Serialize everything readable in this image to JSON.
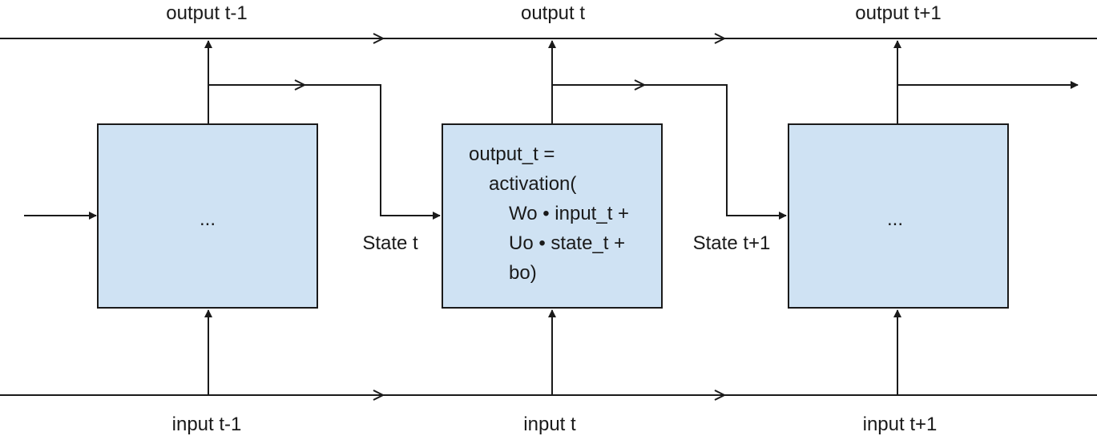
{
  "colors": {
    "box_fill": "#cfe2f3",
    "stroke": "#1a1a1a"
  },
  "labels": {
    "output_prev": "output t-1",
    "output_curr": "output t",
    "output_next": "output t+1",
    "input_prev": "input t-1",
    "input_curr": "input t",
    "input_next": "input t+1",
    "state_curr": "State t",
    "state_next": "State t+1"
  },
  "cells": {
    "prev_text": "...",
    "next_text": "...",
    "formula": [
      "output_t =",
      "activation(",
      "Wo • input_t +",
      "Uo • state_t +",
      "bo)"
    ]
  }
}
